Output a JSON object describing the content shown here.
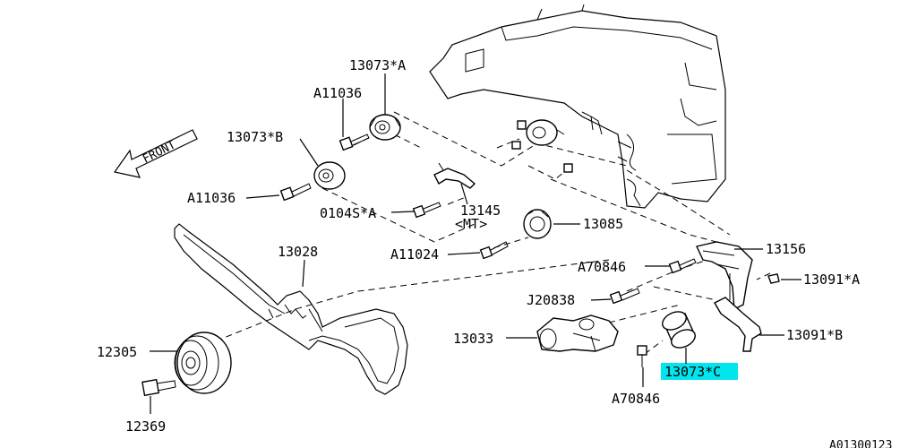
{
  "diagram": {
    "front_label": "FRONT",
    "parts": {
      "p13073A": "13073*A",
      "pA11036_top": "A11036",
      "p13073B": "13073*B",
      "pA11036_left": "A11036",
      "p0104S": "0104S*A",
      "p13145": "13145",
      "p13145_note": "<MT>",
      "p13085": "13085",
      "pA11024": "A11024",
      "p13028": "13028",
      "p13156": "13156",
      "pA70846_top": "A70846",
      "p13091A": "13091*A",
      "pJ20838": "J20838",
      "p13033": "13033",
      "p13091B": "13091*B",
      "p13073C": "13073*C",
      "pA70846_bottom": "A70846",
      "p12305": "12305",
      "p12369": "12369"
    },
    "highlight_color": "#00e5ee",
    "figure_code": "A01300123"
  }
}
